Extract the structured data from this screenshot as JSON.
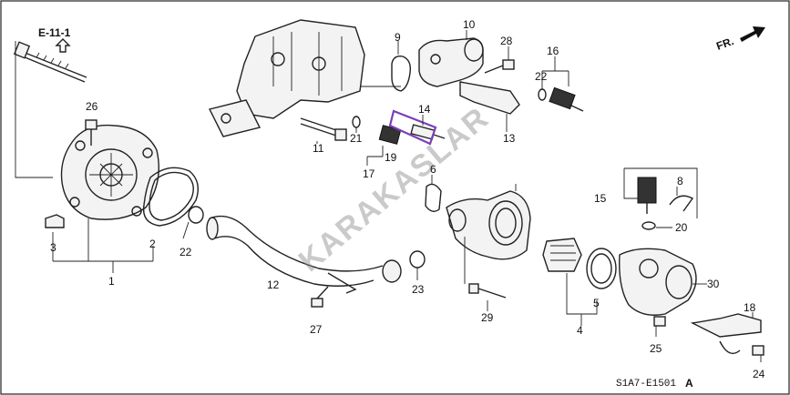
{
  "diagram": {
    "reference": "E-11-1",
    "direction_label": "FR.",
    "code": "S1A7-E1501",
    "revision": "A",
    "watermark": "KARAKASLAR"
  },
  "callouts": [
    "1",
    "2",
    "3",
    "4",
    "5",
    "6",
    "8",
    "9",
    "10",
    "11",
    "12",
    "13",
    "14",
    "15",
    "16",
    "17",
    "18",
    "19",
    "20",
    "21",
    "22",
    "22",
    "23",
    "24",
    "25",
    "26",
    "27",
    "28",
    "29",
    "30"
  ],
  "highlight": {
    "part": "14",
    "color": "#7b3fb8"
  },
  "colors": {
    "line": "#222222",
    "watermark": "#8a8a8a"
  }
}
